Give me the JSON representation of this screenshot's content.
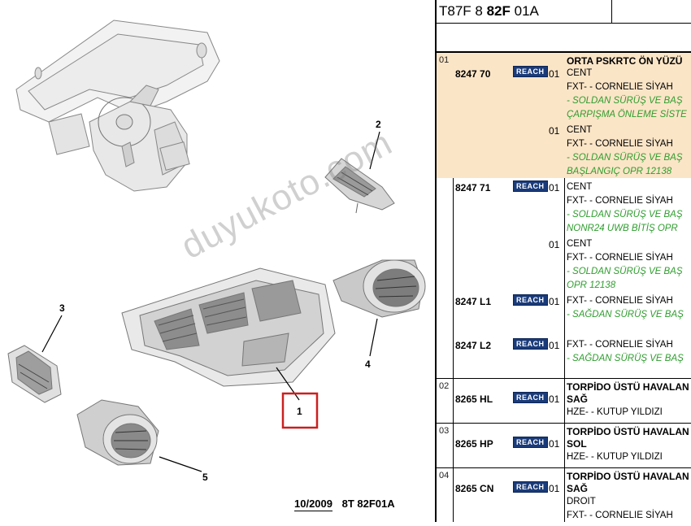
{
  "header": {
    "code_a": "T87F 8 ",
    "code_b": "82F",
    "code_c": " 01A"
  },
  "diagram": {
    "watermark": "duyukoto.com",
    "callouts": [
      "1",
      "2",
      "3",
      "4",
      "5"
    ],
    "selected_callout": "1",
    "footer_date": "10/2009",
    "footer_ref": "8T 82F01A"
  },
  "reach_label": "REACH",
  "colors": {
    "highlight": "#fbe5c7",
    "reach_badge": "#1a3b7a",
    "note_green": "#2f9d2f",
    "selection_red": "#cc1f1f"
  },
  "groups": [
    {
      "no": "01",
      "title_line1": "ORTA PSKRTC ÖN YÜZÜ",
      "title_line2": ""
    },
    {
      "no": "02",
      "title_line1": "TORPİDO ÜSTÜ HAVALAN",
      "title_line2": "SAĞ"
    },
    {
      "no": "03",
      "title_line1": "TORPİDO ÜSTÜ HAVALAN",
      "title_line2": "SOL"
    },
    {
      "no": "04",
      "title_line1": "TORPİDO ÜSTÜ HAVALAN",
      "title_line2": "SAĞ"
    }
  ],
  "parts": [
    {
      "pn": "8247 70",
      "qty": "01",
      "lines": [
        "CENT",
        "FXT- - CORNELIE SİYAH",
        "- SOLDAN SÜRÜŞ VE BAŞ",
        "ÇARPIŞMA ÖNLEME SİSTE"
      ]
    },
    {
      "pn": "",
      "qty": "01",
      "lines": [
        "CENT",
        "FXT- - CORNELIE SİYAH",
        "- SOLDAN SÜRÜŞ VE BAŞ",
        "BAŞLANGIÇ OPR 12138"
      ]
    },
    {
      "pn": "8247 71",
      "qty": "01",
      "lines": [
        "CENT",
        "FXT- - CORNELIE SİYAH",
        "- SOLDAN SÜRÜŞ VE BAŞ",
        "NONR24 UWB BİTİŞ OPR"
      ]
    },
    {
      "pn": "",
      "qty": "01",
      "lines": [
        "CENT",
        "FXT- - CORNELIE SİYAH",
        "- SOLDAN SÜRÜŞ VE BAŞ",
        "OPR 12138"
      ]
    },
    {
      "pn": "8247 L1",
      "qty": "01",
      "lines": [
        "FXT- - CORNELIE SİYAH",
        "- SAĞDAN SÜRÜŞ VE BAŞ"
      ]
    },
    {
      "pn": "8247 L2",
      "qty": "01",
      "lines": [
        "FXT- - CORNELIE SİYAH",
        "- SAĞDAN SÜRÜŞ VE BAŞ"
      ]
    },
    {
      "pn": "8265 HL",
      "qty": "01",
      "lines": [
        "HZE- - KUTUP YILDIZI"
      ]
    },
    {
      "pn": "8265 HP",
      "qty": "01",
      "lines": [
        "HZE- - KUTUP YILDIZI"
      ]
    },
    {
      "pn": "8265 CN",
      "qty": "01",
      "lines": [
        "DROIT",
        "FXT- - CORNELIE SİYAH"
      ]
    }
  ]
}
